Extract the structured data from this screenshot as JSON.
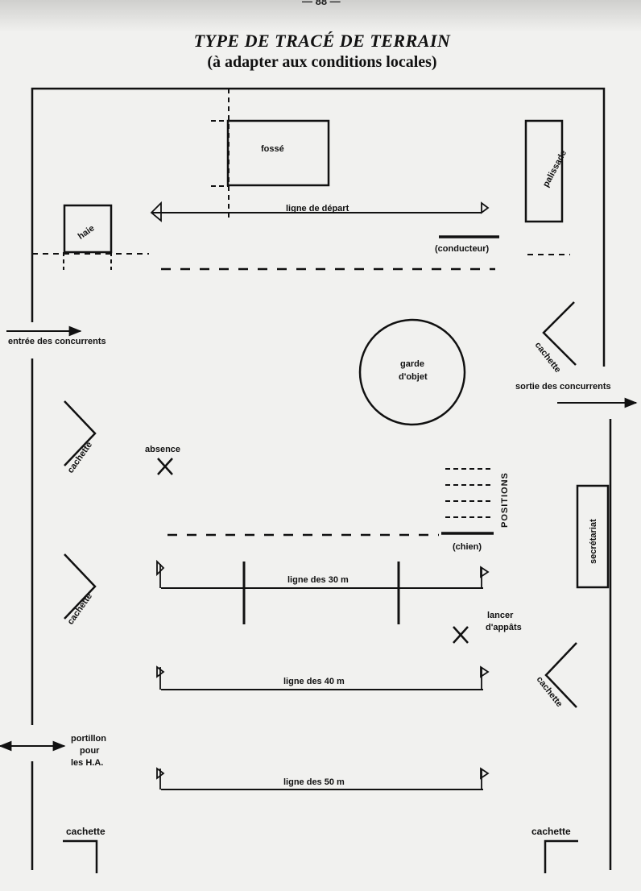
{
  "page_number": "— 88 —",
  "title": "TYPE DE TRACÉ DE TERRAIN",
  "subtitle": "(à adapter aux conditions locales)",
  "labels": {
    "fosse": "fossé",
    "palissade": "palissade",
    "haie": "haie",
    "ligne_depart": "ligne de départ",
    "conducteur": "(conducteur)",
    "entree": "entrée des concurrents",
    "sortie": "sortie des concurrents",
    "garde_1": "garde",
    "garde_2": "d'objet",
    "absence": "absence",
    "positions": "POSITIONS",
    "chien": "(chien)",
    "secretariat": "secrétariat",
    "ligne_30": "ligne des 30 m",
    "lancer_1": "lancer",
    "lancer_2": "d'appâts",
    "ligne_40": "ligne des 40 m",
    "portillon_1": "portillon",
    "portillon_2": "pour",
    "portillon_3": "les H.A.",
    "ligne_50": "ligne des 50 m",
    "cachette": "cachette"
  }
}
